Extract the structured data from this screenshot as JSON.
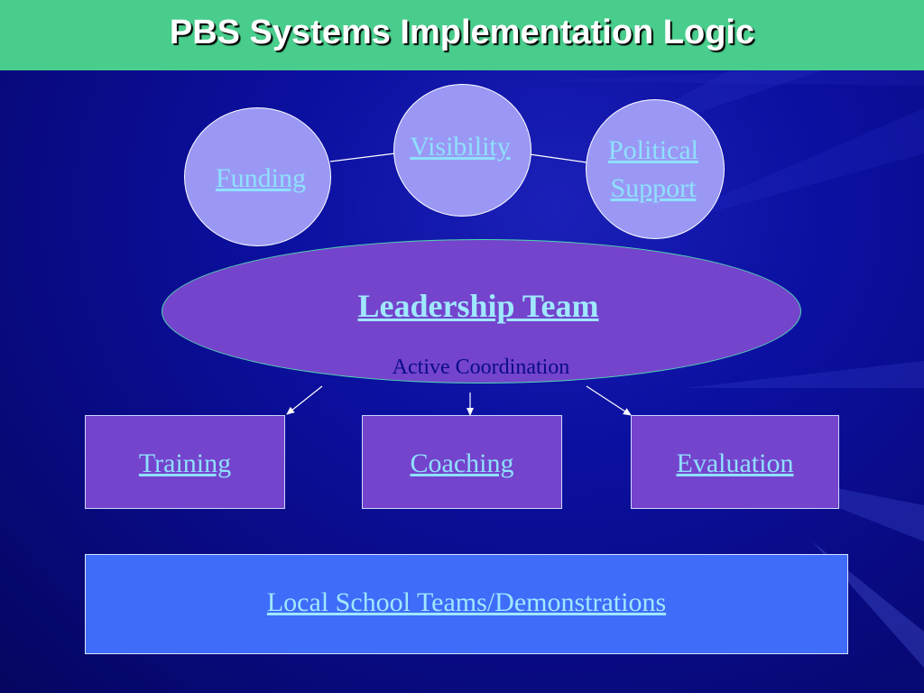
{
  "slide": {
    "title": "PBS Systems Implementation Logic"
  },
  "support_circles": {
    "funding": "Funding",
    "visibility": "Visibility",
    "political_line1": "Political",
    "political_line2": "Support"
  },
  "leadership": {
    "label": "Leadership Team",
    "caption": "Active Coordination"
  },
  "functions": {
    "training": "Training",
    "coaching": "Coaching",
    "evaluation": "Evaluation"
  },
  "local": {
    "label": "Local School Teams/Demonstrations"
  },
  "colors": {
    "title_bar": "#48cd8c",
    "background": "#0a0c8a",
    "circle_fill": "#9a98f4",
    "purple_fill": "#7444cc",
    "local_fill": "#3f6cf8",
    "link_text": "#8fe0ff"
  }
}
